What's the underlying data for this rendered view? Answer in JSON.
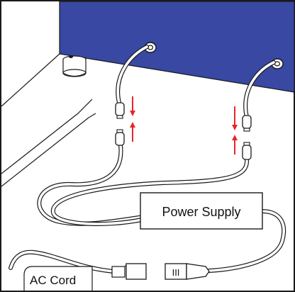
{
  "labels": {
    "power_supply": "Power Supply",
    "ac_cord": "AC Cord",
    "plug_marking": "III"
  },
  "colors": {
    "enclosure": "#3848a3",
    "outline": "#1a1a1a",
    "arrow": "#e8252a",
    "background": "#ffffff"
  }
}
